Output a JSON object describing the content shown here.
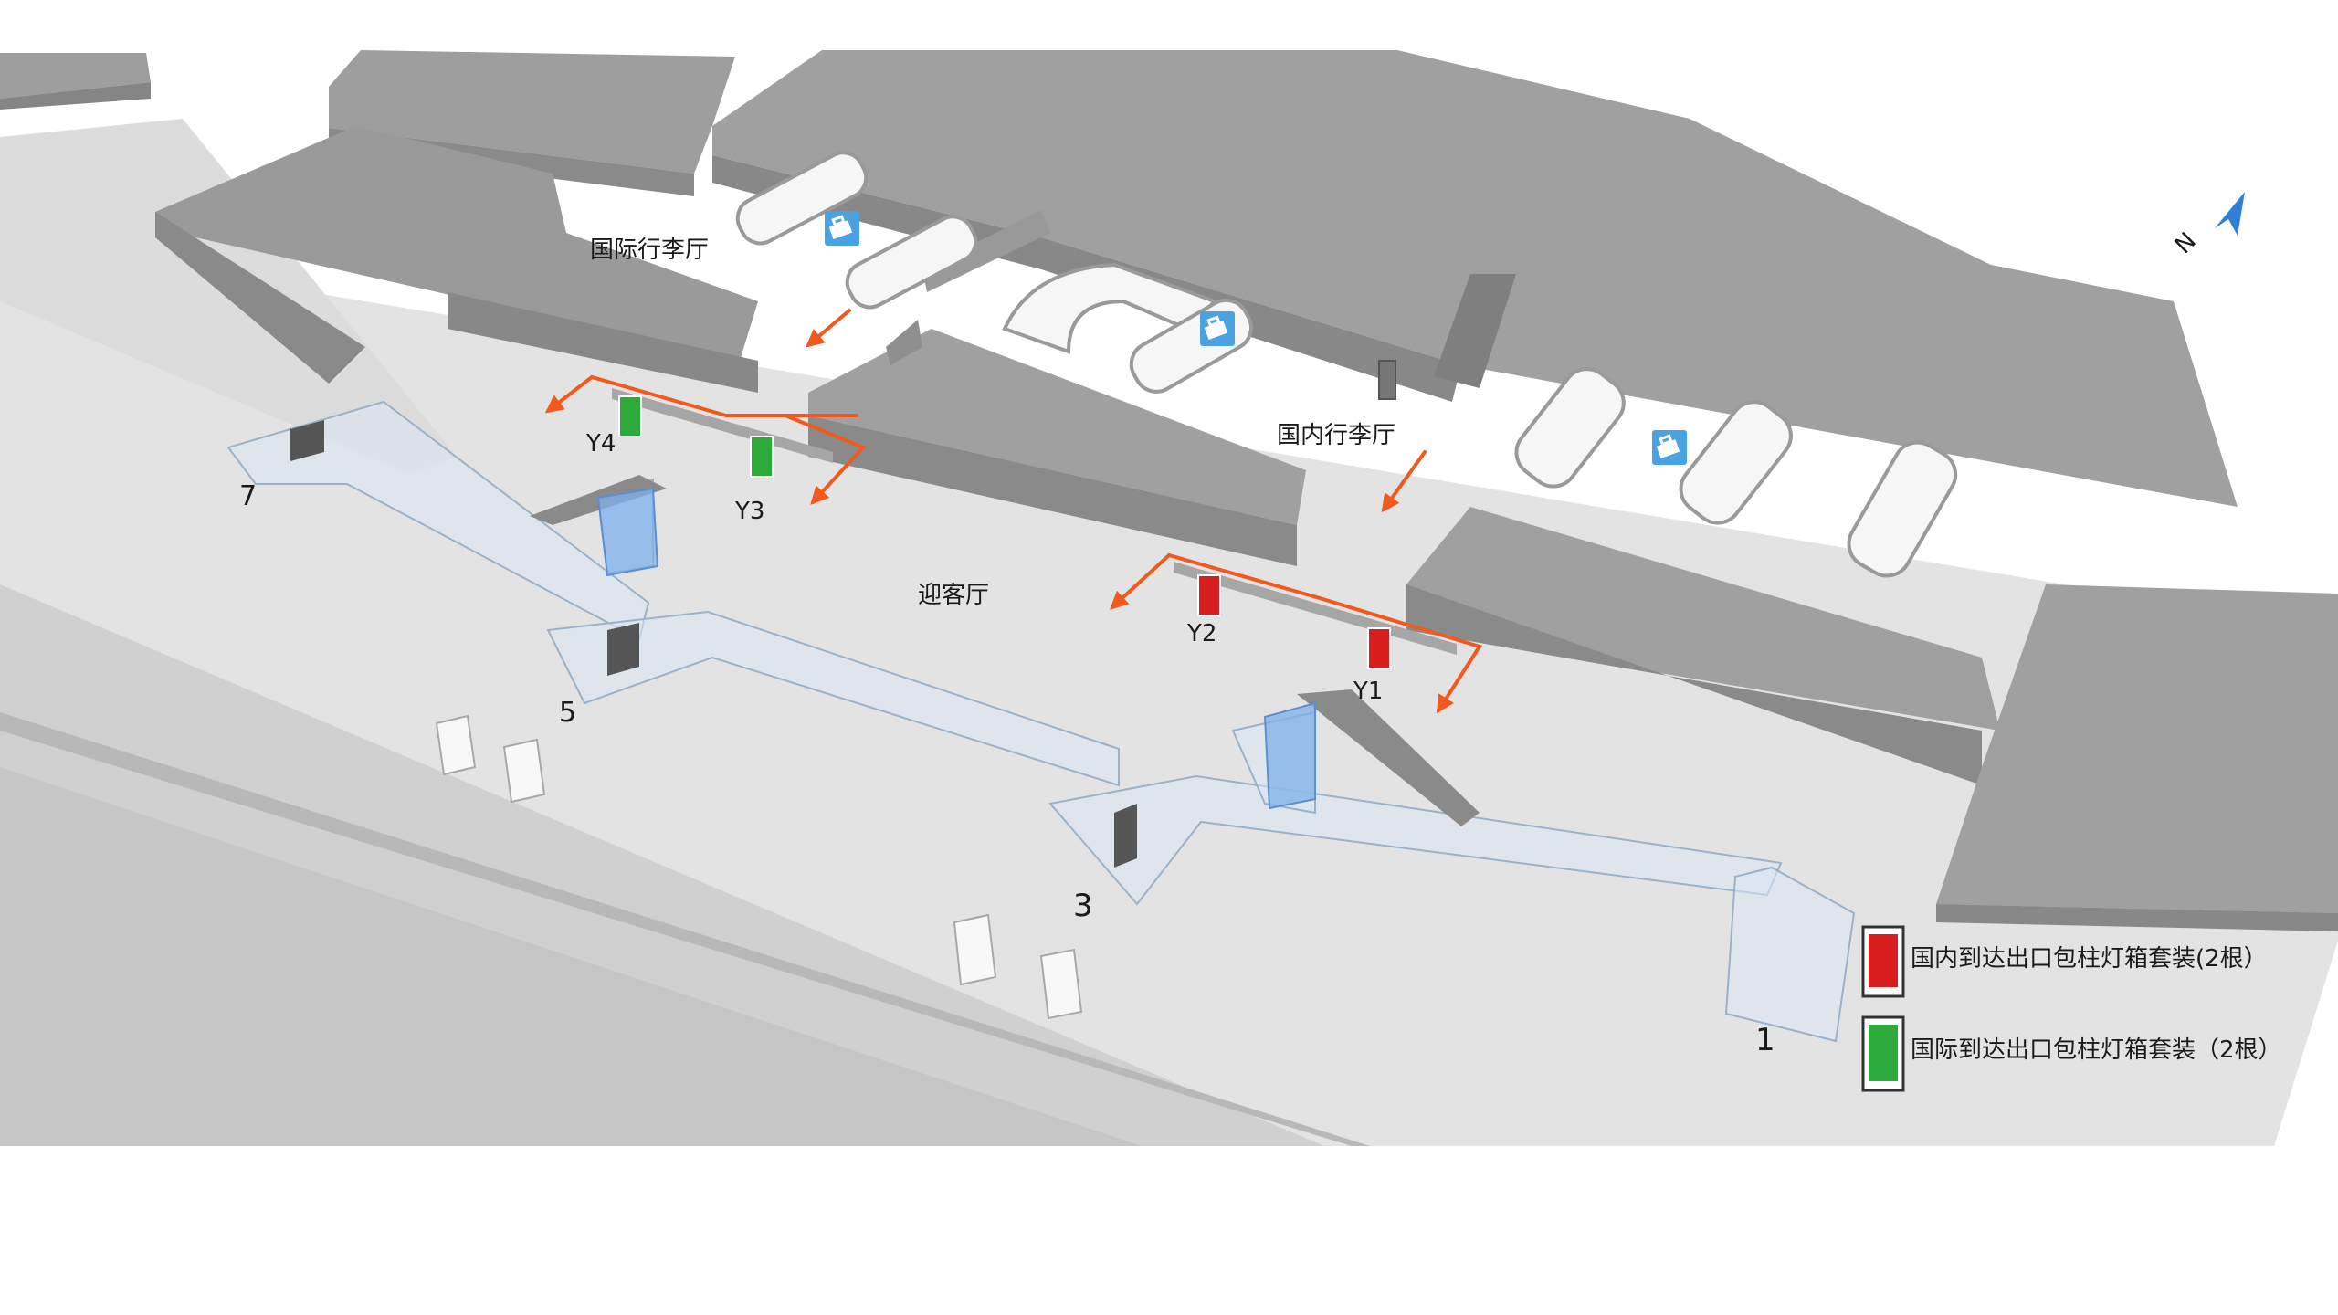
{
  "areas": {
    "intl_baggage_hall": "国际行李厅",
    "domestic_baggage_hall": "国内行李厅",
    "greeting_hall": "迎客厅"
  },
  "lightboxes": [
    {
      "label": "Y1",
      "color": "#d81e1e"
    },
    {
      "label": "Y2",
      "color": "#d81e1e"
    },
    {
      "label": "Y3",
      "color": "#2eaa3a"
    },
    {
      "label": "Y4",
      "color": "#2eaa3a"
    }
  ],
  "exits": {
    "e1": "1",
    "e3": "3",
    "e5": "5",
    "e7": "7"
  },
  "legend": {
    "domestic": "国内到达出口包柱灯箱套装(2根）",
    "international": "国际到达出口包柱灯箱套装（2根）"
  },
  "colors": {
    "arrow": "#f05a1e",
    "building": "#a8a8a8",
    "floor": "#dedede",
    "glass": "#a8c8ee",
    "domestic_box": "#d81e1e",
    "international_box": "#2eaa3a"
  },
  "icons": {
    "baggage": "baggage-claim-icon",
    "north": "north-arrow-icon"
  },
  "compass": {
    "letter": "N"
  }
}
